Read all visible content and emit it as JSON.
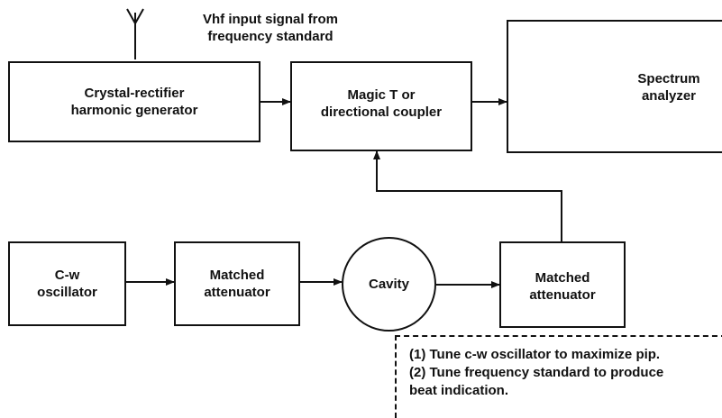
{
  "input_signal_label": [
    "Vhf input signal from",
    "frequency standard"
  ],
  "blocks": {
    "harmonic_generator": [
      "Crystal-rectifier",
      "harmonic generator"
    ],
    "magic_t": [
      "Magic T or",
      "directional coupler"
    ],
    "spectrum_analyzer": [
      "Spectrum",
      "analyzer"
    ],
    "cw_oscillator": [
      "C-w",
      "oscillator"
    ],
    "attenuator_1": [
      "Matched",
      "attenuator"
    ],
    "cavity": "Cavity",
    "attenuator_2": [
      "Matched",
      "attenuator"
    ]
  },
  "notes": [
    "(1) Tune c-w oscillator to maximize pip.",
    "(2) Tune frequency standard to produce",
    "beat indication."
  ]
}
